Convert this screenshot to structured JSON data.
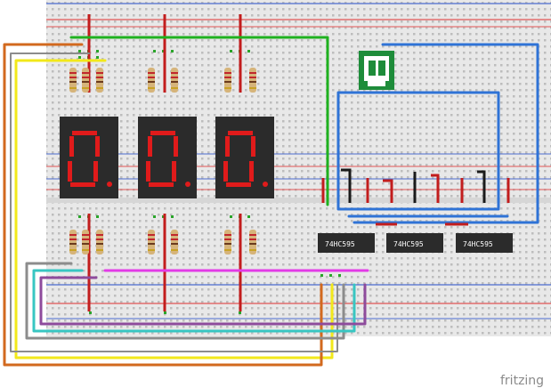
{
  "diagram": {
    "watermark": "fritzing",
    "displays": [
      {
        "id": "display-1",
        "digit": "0"
      },
      {
        "id": "display-2",
        "digit": "0"
      },
      {
        "id": "display-3",
        "digit": "0"
      }
    ],
    "chips": [
      {
        "id": "chip-1",
        "label": "74HC595"
      },
      {
        "id": "chip-2",
        "label": "74HC595"
      },
      {
        "id": "chip-3",
        "label": "74HC595"
      }
    ],
    "wire_colors": {
      "green": "#1fb11f",
      "blue": "#2f73d6",
      "yellow": "#f2e81a",
      "orange": "#d2691e",
      "magenta": "#e23be6",
      "purple": "#8e4b9c",
      "teal": "#38c6c2",
      "gray": "#8c8c8c",
      "red": "#c21d1d",
      "black": "#1a1a1a"
    },
    "button_color": "#1e8c3a",
    "breadboard_color": "#e6e6e6",
    "rail_red": "#e25656",
    "rail_blue": "#4b6bd0"
  }
}
